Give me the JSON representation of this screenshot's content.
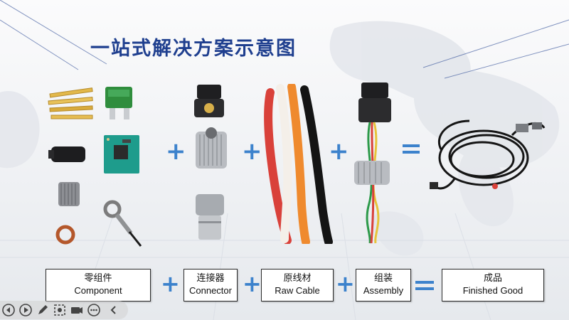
{
  "slide": {
    "title": "一站式解决方案示意图"
  },
  "steps": [
    {
      "cn": "零组件",
      "en": "Component"
    },
    {
      "cn": "连接器",
      "en": "Connector"
    },
    {
      "cn": "原线材",
      "en": "Raw Cable"
    },
    {
      "cn": "组装",
      "en": "Assembly"
    },
    {
      "cn": "成品",
      "en": "Finished Good"
    }
  ],
  "operators": {
    "plus": "+"
  },
  "toolbar": {
    "buttons": [
      "previous-icon",
      "play-icon",
      "pen-icon",
      "screenshot-icon",
      "camera-icon",
      "more-icon",
      "collapse-icon"
    ]
  },
  "colors": {
    "title": "#1f3f8f",
    "accent": "#3c82cc",
    "cable_red": "#d9413a",
    "cable_orange": "#ef8a2e",
    "cable_white": "#f6f2ee",
    "cable_black": "#141414"
  }
}
